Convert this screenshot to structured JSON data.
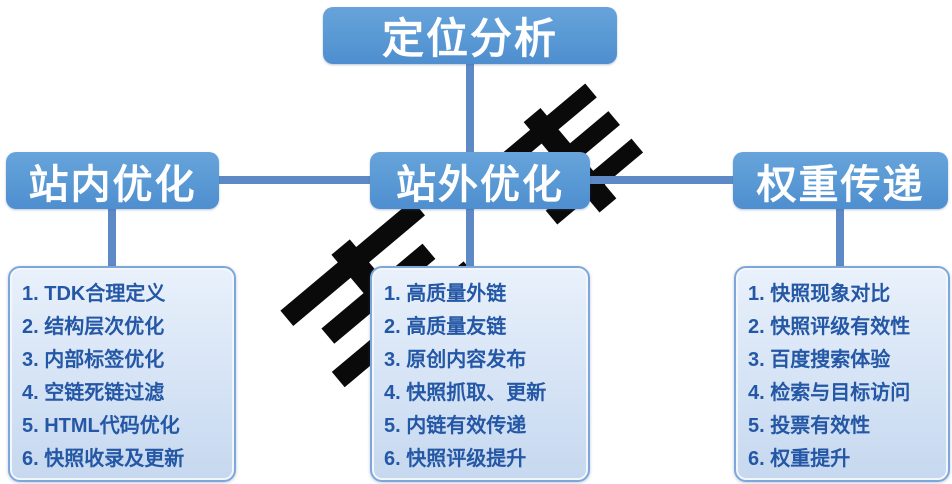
{
  "diagram": {
    "title": "定位分析",
    "branches": [
      {
        "label": "站内优化",
        "items": [
          "1. TDK合理定义",
          "2. 结构层次优化",
          "3. 内部标签优化",
          "4. 空链死链过滤",
          "5. HTML代码优化",
          "6. 快照收录及更新"
        ]
      },
      {
        "label": "站外优化",
        "items": [
          "1. 高质量外链",
          "2. 高质量友链",
          "3. 原创内容发布",
          "4. 快照抓取、更新",
          "5. 内链有效传递",
          "6. 快照评级提升"
        ]
      },
      {
        "label": "权重传递",
        "items": [
          "1. 快照现象对比",
          "2. 快照评级有效性",
          "3. 百度搜索体验",
          "4. 检索与目标访问",
          "5. 投票有效性",
          "6. 权重提升"
        ]
      }
    ],
    "colors": {
      "node_blue": "#5b9bd5",
      "connector_blue": "#5d8ac6",
      "list_text_blue": "#2457a5",
      "list_fill": "#d5e3f5",
      "watermark_black": "#0a0a0a"
    }
  }
}
